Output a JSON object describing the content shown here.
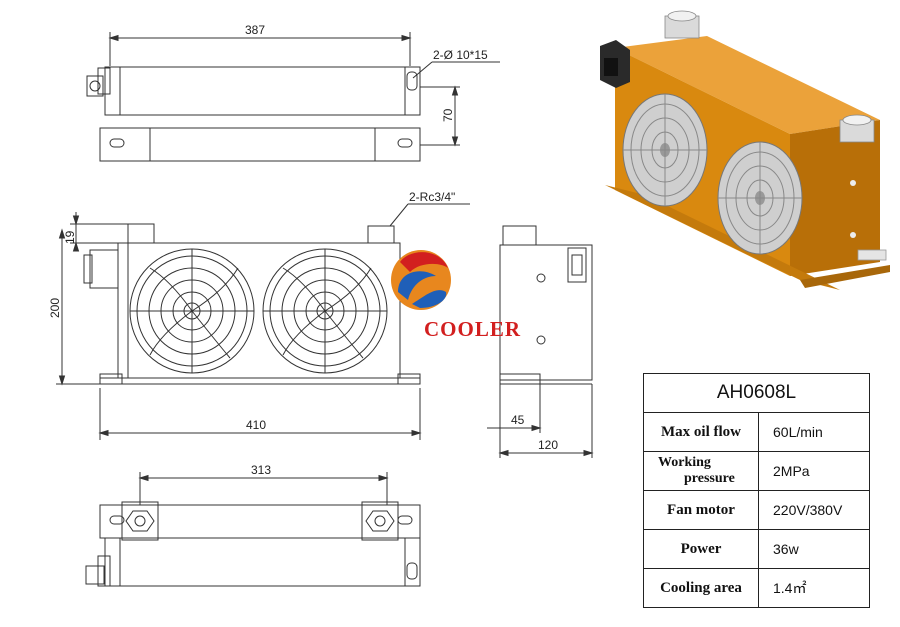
{
  "drawing": {
    "dims": {
      "top_width": "387",
      "top_holes": "2-Ø 10*15",
      "top_height": "70",
      "front_ports": "2-Rc3/4\"",
      "front_offset": "19",
      "front_height": "200",
      "front_width": "410",
      "side_offset": "45",
      "side_depth": "120",
      "bottom_width": "313"
    }
  },
  "logo": {
    "text": "COOLER",
    "colors": {
      "red": "#d21f1f",
      "blue": "#1f5fb8",
      "orange": "#e8871e"
    }
  },
  "render": {
    "body_color": "#d9890f",
    "body_dark": "#b86f08",
    "body_light": "#eba23a"
  },
  "spec_table": {
    "model": "AH0608L",
    "rows": [
      {
        "label": "Max oil flow",
        "value": "60L/min"
      },
      {
        "label": "Working pressure",
        "label_line1": "Working",
        "label_line2": "pressure",
        "value": "2MPa"
      },
      {
        "label": "Fan motor",
        "value": "220V/380V"
      },
      {
        "label": "Power",
        "value": "36w"
      },
      {
        "label": "Cooling area",
        "value": "1.4㎡"
      }
    ]
  }
}
